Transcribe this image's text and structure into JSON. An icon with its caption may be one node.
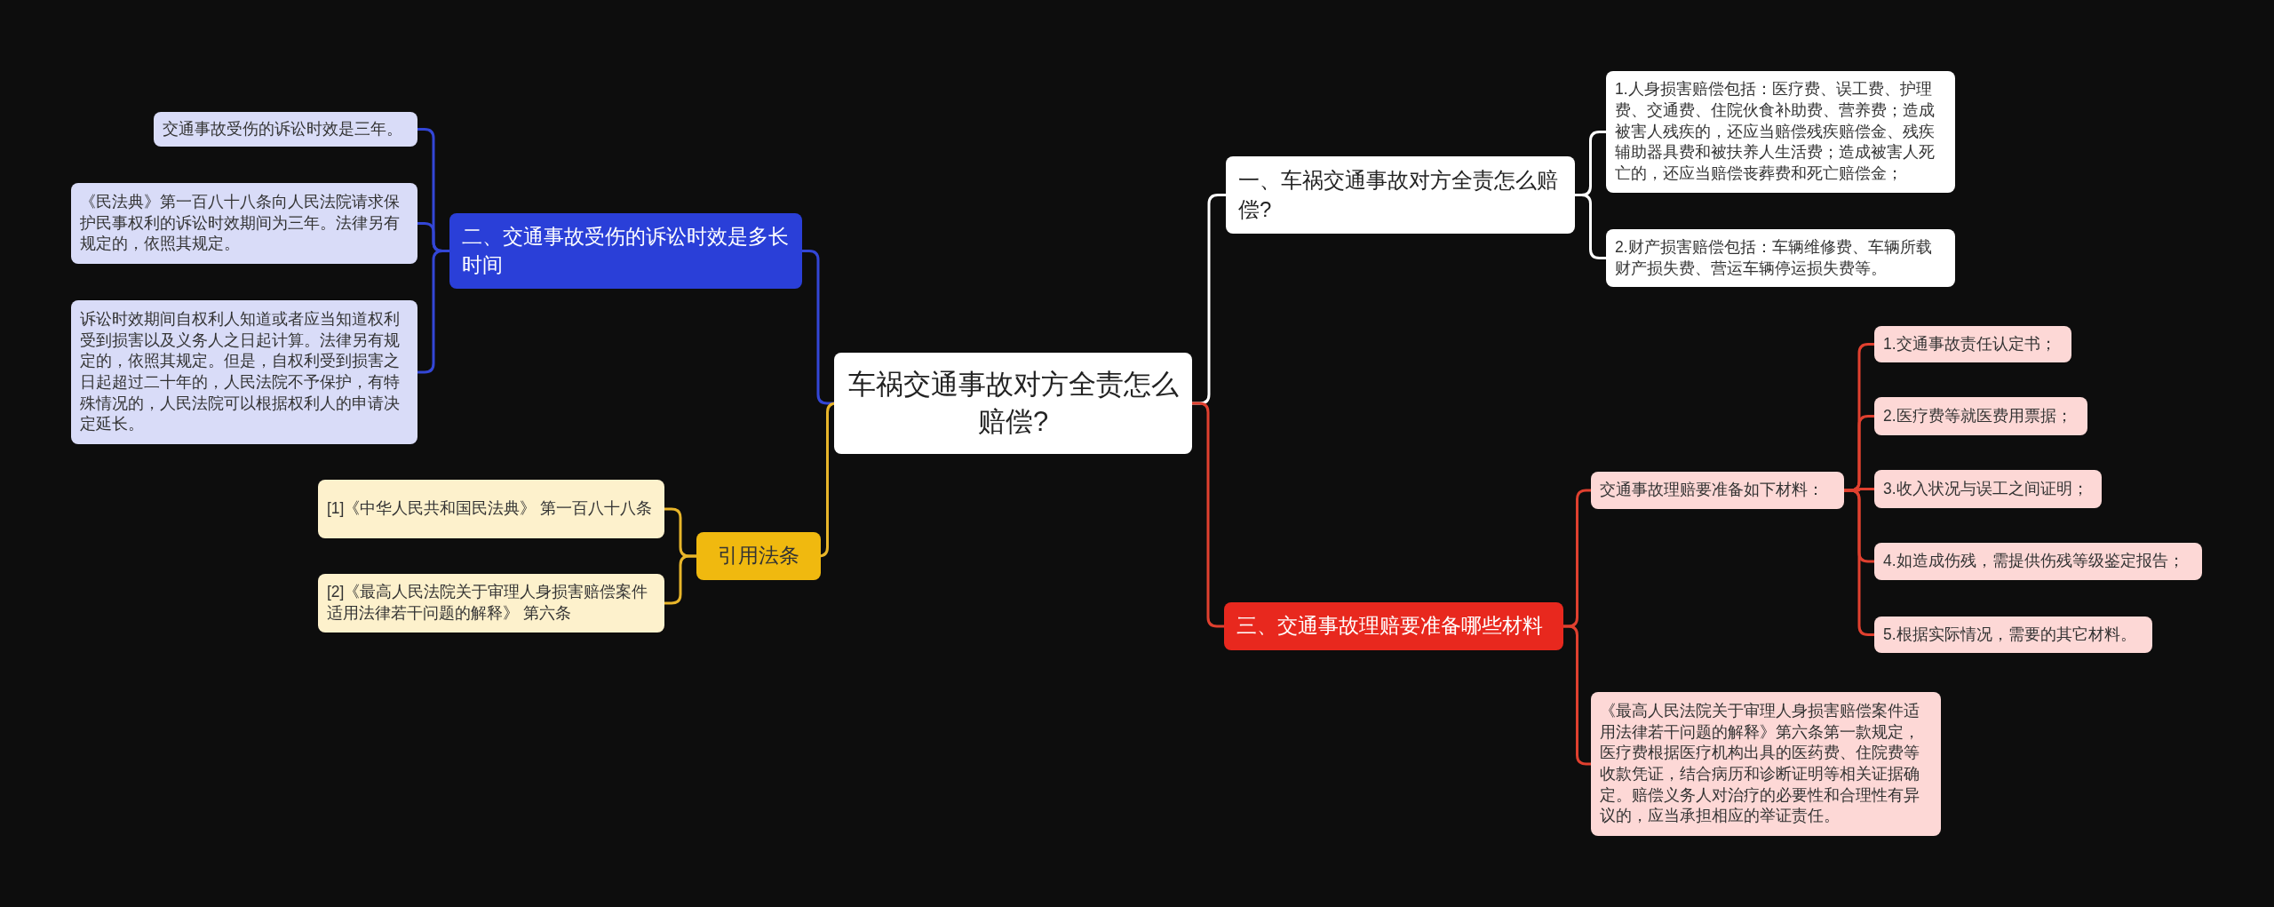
{
  "diagram": {
    "nodes": [
      {
        "text": [
          "车祸交通事故对方全责怎么赔偿?"
        ]
      },
      {
        "text": [
          "一、车祸交通事故对方全责怎么赔偿?"
        ]
      },
      {
        "text": [
          "1.人身损害赔偿包括：医疗费、误工费、护理费、交通费、住院伙食补助费、营养费；造成被害人残疾的，还应当赔偿残疾赔偿金、残疾辅助器具费和被扶养人生活费；造成被害人死亡的，还应当赔偿丧葬费和死亡赔偿金；"
        ]
      },
      {
        "text": [
          "2.财产损害赔偿包括：车辆维修费、车辆所载财产损失费、营运车辆停运损失费等。"
        ]
      },
      {
        "text": [
          "三、交通事故理赔要准备哪些材料"
        ]
      },
      {
        "text": [
          "交通事故理赔要准备如下材料："
        ]
      },
      {
        "text": [
          "1.交通事故责任认定书；"
        ]
      },
      {
        "text": [
          "2.医疗费等就医费用票据；"
        ]
      },
      {
        "text": [
          "3.收入状况与误工之间证明；"
        ]
      },
      {
        "text": [
          "4.如造成伤残，需提供伤残等级鉴定报告；"
        ]
      },
      {
        "text": [
          "5.根据实际情况，需要的其它材料。"
        ]
      },
      {
        "text": [
          "《最高人民法院关于审理人身损害赔偿案件适用法律若干问题的解释》第六条第一款规定，医疗费根据医疗机构出具的医药费、住院费等收款凭证，结合病历和诊断证明等相关证据确定。赔偿义务人对治疗的必要性和合理性有异议的，应当承担相应的举证责任。"
        ]
      },
      {
        "text": [
          "二、交通事故受伤的诉讼时效是多长时间"
        ]
      },
      {
        "text": [
          "交通事故受伤的诉讼时效是三年。"
        ]
      },
      {
        "text": [
          "《民法典》第一百八十八条向人民法院请求保护民事权利的诉讼时效期间为三年。法律另有规定的，依照其规定。"
        ]
      },
      {
        "text": [
          "诉讼时效期间自权利人知道或者应当知道权利受到损害以及义务人之日起计算。法律另有规定的，依照其规定。但是，自权利受到损害之日起超过二十年的，人民法院不予保护，有特殊情况的，人民法院可以根据权利人的申请决定延长。"
        ]
      },
      {
        "text": [
          "引用法条"
        ]
      },
      {
        "text": [
          "[1]《中华人民共和国民法典》 第一百八十八条"
        ]
      },
      {
        "text": [
          "[2]《最高人民法院关于审理人身损害赔偿案件适用法律若干问题的解释》 第六条"
        ]
      }
    ],
    "edges": [
      {
        "from": 0,
        "to": 1,
        "arrow": "none",
        "color": "#ffffff"
      },
      {
        "from": 0,
        "to": 4,
        "arrow": "none"
      },
      {
        "from": 0,
        "to": 12,
        "arrow": "none",
        "color": "#3346d6"
      },
      {
        "from": 0,
        "to": 16,
        "arrow": "none",
        "color": "#e8b52a"
      },
      {
        "from": 1,
        "to": 2,
        "arrow": "none",
        "color": "#ffffff"
      },
      {
        "from": 1,
        "to": 3,
        "arrow": "none",
        "color": "#ffffff"
      },
      {
        "from": 4,
        "to": 5,
        "arrow": "none"
      },
      {
        "from": 4,
        "to": 11,
        "arrow": "none"
      },
      {
        "from": 5,
        "to": 6,
        "arrow": "none"
      },
      {
        "from": 5,
        "to": 7,
        "arrow": "none"
      },
      {
        "from": 5,
        "to": 8,
        "arrow": "none"
      },
      {
        "from": 5,
        "to": 9,
        "arrow": "none"
      },
      {
        "from": 5,
        "to": 10,
        "arrow": "none"
      },
      {
        "from": 12,
        "to": 13,
        "arrow": "none",
        "color": "#3346d6"
      },
      {
        "from": 12,
        "to": 14,
        "arrow": "none",
        "color": "#3346d6"
      },
      {
        "from": 12,
        "to": 15,
        "arrow": "none",
        "color": "#3346d6"
      },
      {
        "from": 16,
        "to": 17,
        "arrow": "none",
        "color": "#e8b52a"
      },
      {
        "from": 16,
        "to": 18,
        "arrow": "none",
        "color": "#e8b52a"
      }
    ]
  }
}
